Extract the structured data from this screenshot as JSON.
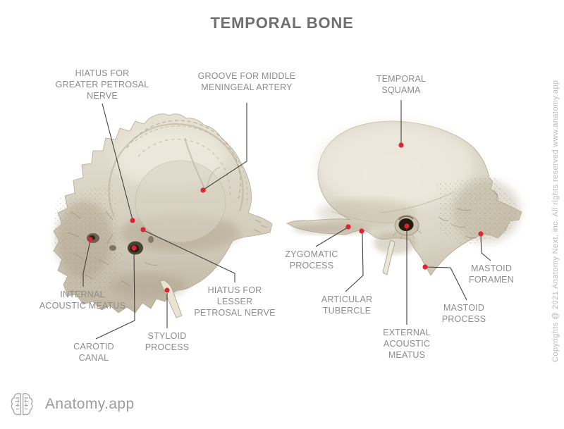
{
  "title": "TEMPORAL BONE",
  "colors": {
    "accent_red": "#e02330",
    "leader_line": "#44423c",
    "label_text": "#8c8c8c",
    "title_text": "#6f6f6f",
    "watermark_text": "#b9b9b9",
    "logo_text": "#9c9c9c",
    "bone_light": "#e6e1d4",
    "bone_mid": "#d6cfc0",
    "bone_shadow": "#a89e8a"
  },
  "figure": {
    "labels": [
      {
        "id": "hiatus-greater-petrosal",
        "text": "HIATUS FOR\nGREATER PETROSAL\nNERVE"
      },
      {
        "id": "groove-middle-meningeal",
        "text": "GROOVE FOR MIDDLE\nMENINGEAL ARTERY"
      },
      {
        "id": "temporal-squama",
        "text": "TEMPORAL\nSQUAMA"
      },
      {
        "id": "internal-acoustic-meatus",
        "text": "INTERNAL\nACOUSTIC MEATUS"
      },
      {
        "id": "hiatus-lesser-petrosal",
        "text": "HIATUS FOR\nLESSER\nPETROSAL NERVE"
      },
      {
        "id": "carotid-canal",
        "text": "CAROTID\nCANAL"
      },
      {
        "id": "styloid-process",
        "text": "STYLOID\nPROCESS"
      },
      {
        "id": "zygomatic-process",
        "text": "ZYGOMATIC\nPROCESS"
      },
      {
        "id": "articular-tubercle",
        "text": "ARTICULAR\nTUBERCLE"
      },
      {
        "id": "external-acoustic-meatus",
        "text": "EXTERNAL\nACOUSTIC\nMEATUS"
      },
      {
        "id": "mastoid-foramen",
        "text": "MASTOID\nFORAMEN"
      },
      {
        "id": "mastoid-process",
        "text": "MASTOID\nPROCESS"
      }
    ]
  },
  "watermark": "Copyrights @ 2021 Anatomy Next, inc. All rights reserved www.anatomy.app",
  "logo": {
    "brand": "Anatomy.app"
  }
}
